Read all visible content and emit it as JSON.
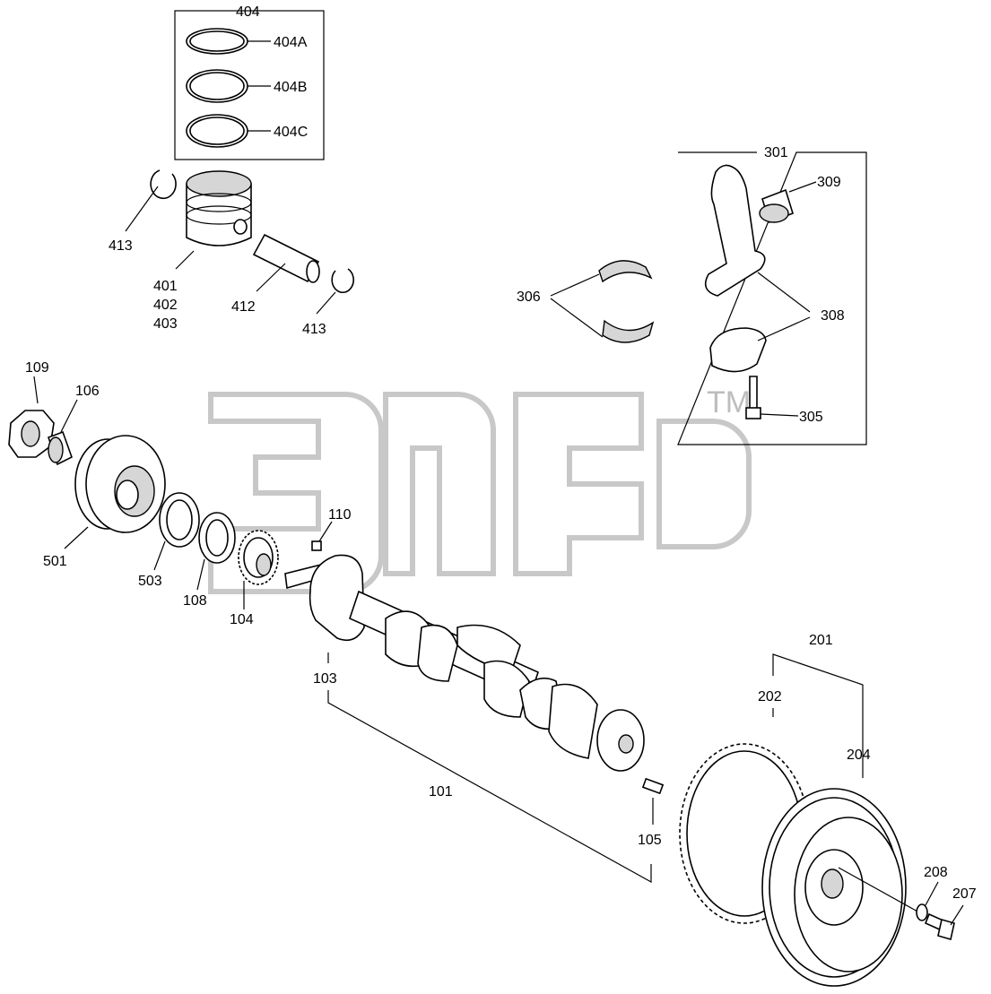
{
  "labels": {
    "p404": "404",
    "p404A": "404A",
    "p404B": "404B",
    "p404C": "404C",
    "p413a": "413",
    "p401": "401",
    "p402": "402",
    "p403": "403",
    "p412": "412",
    "p413b": "413",
    "p301": "301",
    "p309": "309",
    "p306": "306",
    "p308": "308",
    "p305": "305",
    "p109": "109",
    "p106": "106",
    "p501": "501",
    "p503": "503",
    "p108": "108",
    "p104": "104",
    "p110": "110",
    "p103": "103",
    "p101": "101",
    "p105": "105",
    "p201": "201",
    "p202": "202",
    "p204": "204",
    "p208": "208",
    "p207": "207"
  },
  "watermark": {
    "tm": "TM"
  }
}
